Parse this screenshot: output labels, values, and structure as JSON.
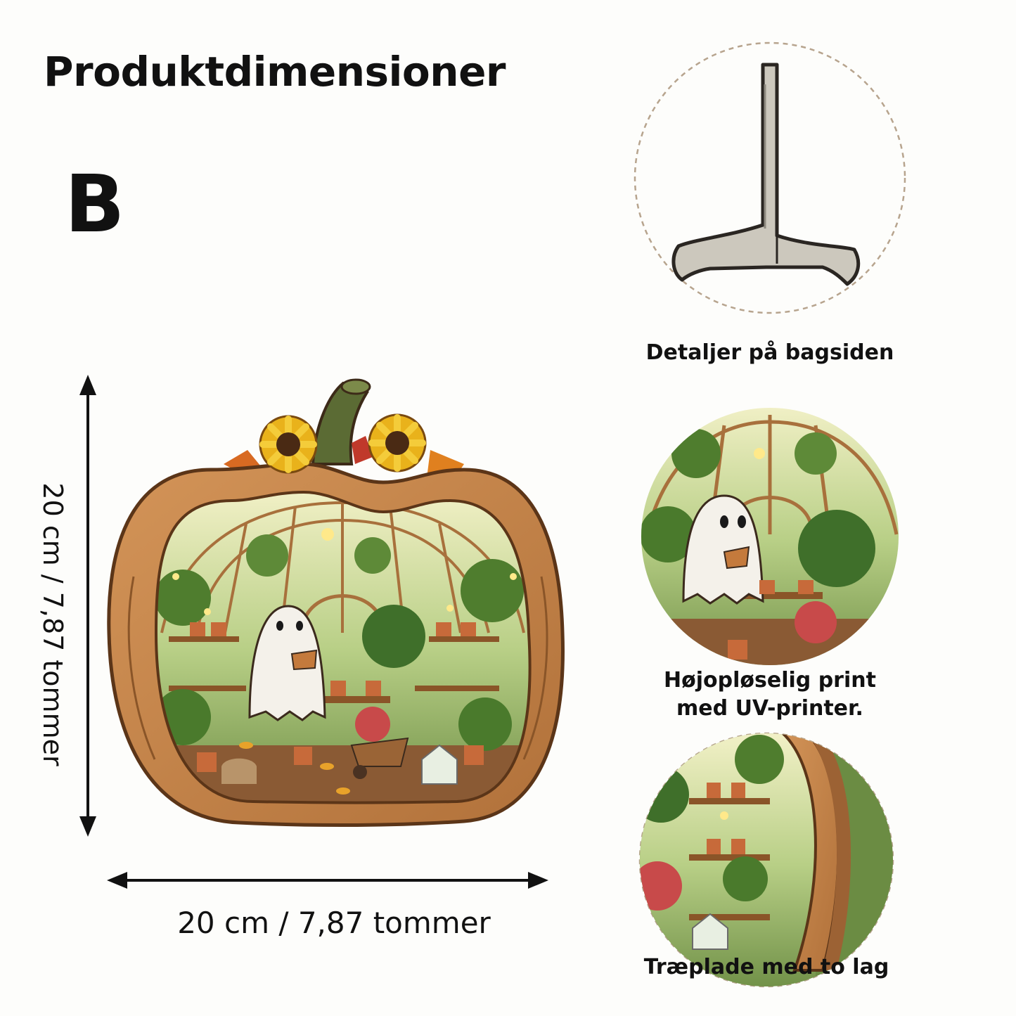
{
  "page": {
    "title": "Produktdimensioner",
    "variant": "B"
  },
  "dimensions": {
    "height_label": "20 cm / 7,87 tommer",
    "width_label": "20 cm / 7,87 tommer"
  },
  "details": [
    {
      "caption": "Detaljer på bagsiden",
      "image": "wooden-stand"
    },
    {
      "caption": "Højopløselig print\nmed UV-printer.",
      "image": "print-closeup"
    },
    {
      "caption": "Træplade med to lag",
      "image": "layer-edge-closeup"
    }
  ],
  "colors": {
    "wood": "#c8874a",
    "leaf": "#5e8a38",
    "sunflower": "#e9b21b"
  }
}
